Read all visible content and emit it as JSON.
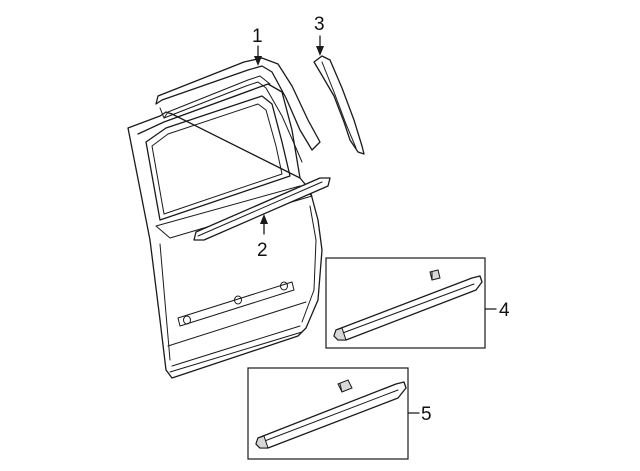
{
  "callouts": {
    "part1": "1",
    "part2": "2",
    "part3": "3",
    "part4": "4",
    "part5": "5"
  },
  "colors": {
    "line": "#1a1a1a",
    "shade": "#d8d8d8",
    "background": "#ffffff"
  }
}
